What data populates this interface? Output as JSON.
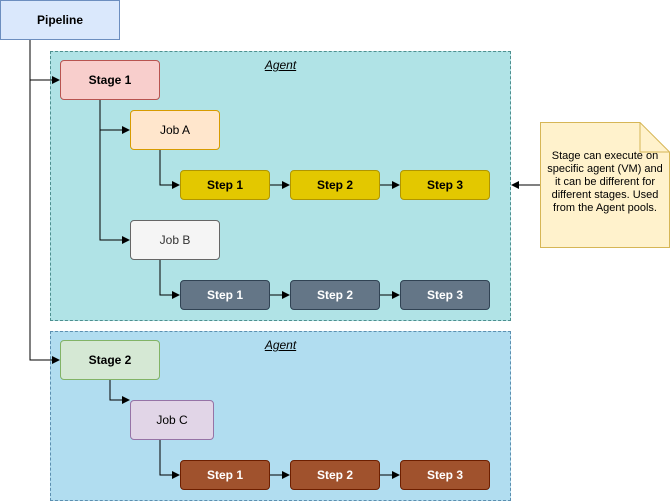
{
  "pipeline": {
    "label": "Pipeline"
  },
  "agents": [
    {
      "label": "Agent",
      "color": "#b0e3e6"
    },
    {
      "label": "Agent",
      "color": "#b1ddf0"
    }
  ],
  "stages": [
    {
      "label": "Stage 1",
      "jobs": [
        {
          "label": "Job A",
          "steps": [
            "Step 1",
            "Step 2",
            "Step 3"
          ],
          "step_color": "#e3c800"
        },
        {
          "label": "Job B",
          "steps": [
            "Step 1",
            "Step 2",
            "Step 3"
          ],
          "step_color": "#647687"
        }
      ]
    },
    {
      "label": "Stage 2",
      "jobs": [
        {
          "label": "Job C",
          "steps": [
            "Step 1",
            "Step 2",
            "Step 3"
          ],
          "step_color": "#a0522d"
        }
      ]
    }
  ],
  "note": {
    "text": "Stage can execute on specific agent (VM) and it can be different for different stages. Used from the Agent pools.",
    "color": "#fff2cc"
  }
}
